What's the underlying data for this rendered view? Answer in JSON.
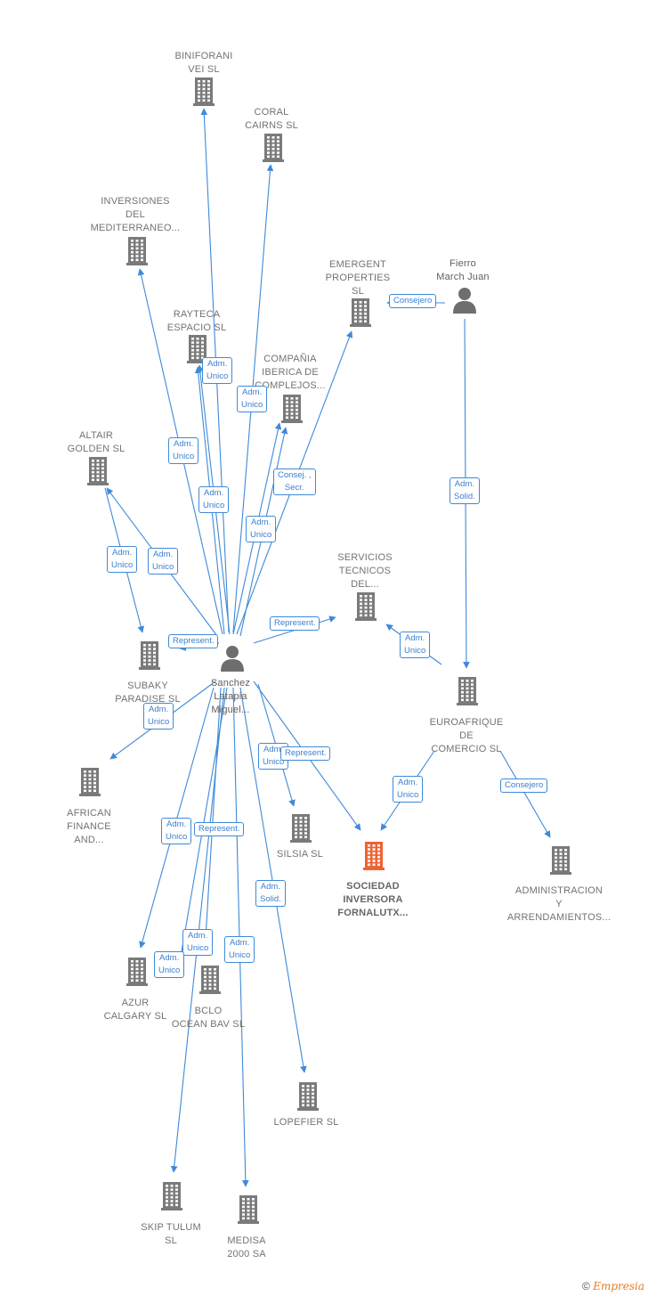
{
  "colors": {
    "edge": "#3e8ad9",
    "company_icon": "#7a7a7a",
    "focus_icon": "#f06231",
    "person_icon": "#6e6e6e"
  },
  "nodes": [
    {
      "id": "biniforani",
      "label": "BINIFORANI\nVEI SL",
      "type": "company"
    },
    {
      "id": "coral",
      "label": "CORAL\nCAIRNS SL",
      "type": "company"
    },
    {
      "id": "inversiones",
      "label": "INVERSIONES\nDEL\nMEDITERRANEO...",
      "type": "company"
    },
    {
      "id": "emergent",
      "label": "EMERGENT\nPROPERTIES\nSL",
      "type": "company"
    },
    {
      "id": "fierro",
      "label": "Fierro\nMarch Juan",
      "type": "person"
    },
    {
      "id": "rayteca",
      "label": "RAYTECA\nESPACIO SL",
      "type": "company"
    },
    {
      "id": "compania",
      "label": "COMPAÑIA\nIBERICA DE\nCOMPLEJOS...",
      "type": "company"
    },
    {
      "id": "altair",
      "label": "ALTAIR\nGOLDEN SL",
      "type": "company"
    },
    {
      "id": "servicios",
      "label": "SERVICIOS\nTECNICOS\nDEL...",
      "type": "company"
    },
    {
      "id": "sanchez",
      "label": "Sanchez\nLatapia\nMiguel...",
      "type": "person"
    },
    {
      "id": "subaky",
      "label": "SUBAKY\nPARADISE SL",
      "type": "company"
    },
    {
      "id": "euroafrique",
      "label": "EUROAFRIQUE\nDE\nCOMERCIO SL",
      "type": "company"
    },
    {
      "id": "african",
      "label": "AFRICAN\nFINANCE\nAND...",
      "type": "company"
    },
    {
      "id": "silsia",
      "label": "SILSIA SL",
      "type": "company"
    },
    {
      "id": "sociedad",
      "label": "SOCIEDAD\nINVERSORA\nFORNALUTX...",
      "type": "focus"
    },
    {
      "id": "administracion",
      "label": "ADMINISTRACION\nY\nARRENDAMIENTOS...",
      "type": "company"
    },
    {
      "id": "azur",
      "label": "AZUR\nCALGARY SL",
      "type": "company"
    },
    {
      "id": "bclo",
      "label": "BCLO\nOCEAN BAV SL",
      "type": "company"
    },
    {
      "id": "lopefier",
      "label": "LOPEFIER SL",
      "type": "company"
    },
    {
      "id": "skip",
      "label": "SKIP TULUM\nSL",
      "type": "company"
    },
    {
      "id": "medisa",
      "label": "MEDISA\n2000 SA",
      "type": "company"
    }
  ],
  "edges": [
    {
      "from": "sanchez",
      "to": "biniforani",
      "label": ""
    },
    {
      "from": "sanchez",
      "to": "coral",
      "label": ""
    },
    {
      "from": "sanchez",
      "to": "inversiones",
      "label": "Adm.\nUnico"
    },
    {
      "from": "sanchez",
      "to": "rayteca",
      "label": "Adm.\nUnico"
    },
    {
      "from": "sanchez",
      "to": "rayteca",
      "label": "Adm.\nUnico"
    },
    {
      "from": "sanchez",
      "to": "compania",
      "label": "Adm.\nUnico"
    },
    {
      "from": "sanchez",
      "to": "emergent",
      "label": "Consej. ,\nSecr."
    },
    {
      "from": "sanchez",
      "to": "compania",
      "label": "Adm.\nUnico"
    },
    {
      "from": "sanchez",
      "to": "altair",
      "label": "Adm.\nUnico"
    },
    {
      "from": "altair",
      "to": "subaky",
      "label": "Adm.\nUnico"
    },
    {
      "from": "sanchez",
      "to": "subaky",
      "label": "Represent."
    },
    {
      "from": "sanchez",
      "to": "servicios",
      "label": "Represent."
    },
    {
      "from": "sanchez",
      "to": "african",
      "label": "Adm.\nUnico"
    },
    {
      "from": "sanchez",
      "to": "silsia",
      "label": "Adm.\nUnico"
    },
    {
      "from": "sanchez",
      "to": "sociedad",
      "label": "Represent."
    },
    {
      "from": "sanchez",
      "to": "azur",
      "label": "Adm.\nUnico"
    },
    {
      "from": "sanchez",
      "to": "bclo",
      "label": "Adm.\nUnico"
    },
    {
      "from": "sanchez",
      "to": "skip",
      "label": "Represent."
    },
    {
      "from": "sanchez",
      "to": "skip",
      "label": "Adm.\nUnico"
    },
    {
      "from": "sanchez",
      "to": "medisa",
      "label": "Adm.\nUnico"
    },
    {
      "from": "sanchez",
      "to": "lopefier",
      "label": "Adm.\nSolid."
    },
    {
      "from": "fierro",
      "to": "emergent",
      "label": "Consejero"
    },
    {
      "from": "fierro",
      "to": "euroafrique",
      "label": "Adm.\nSolid."
    },
    {
      "from": "euroafrique",
      "to": "servicios",
      "label": "Adm.\nUnico"
    },
    {
      "from": "euroafrique",
      "to": "sociedad",
      "label": "Adm.\nUnico"
    },
    {
      "from": "euroafrique",
      "to": "administracion",
      "label": "Consejero"
    }
  ],
  "watermark": {
    "copyright": "©",
    "brand": "Empresia"
  }
}
